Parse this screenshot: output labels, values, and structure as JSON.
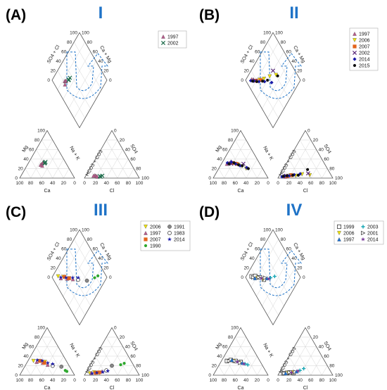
{
  "colors": {
    "roman_numeral": "#1f73c7",
    "flow_arrow": "#1f73c7",
    "y1997": "#b55a8a",
    "y2002": "#1c6b4a",
    "y2006": "#f2e600",
    "y2007": "#e2641c",
    "y2014": "#1a1aa8",
    "y2015": "#111111",
    "y1990": "#2ea82e",
    "y1991": "#888888",
    "y1983": "#333333",
    "y1999": "#222222",
    "y2003": "#19a7b5",
    "y2001": "#333333"
  },
  "chart_data": [
    {
      "type": "scatter",
      "subtype": "piper-diagram",
      "panel_label": "(A)",
      "roman": "I",
      "axis_labels": {
        "cation_left": "Mg",
        "cation_bottom": "Ca",
        "cation_right": "Na + K",
        "anion_left": "HCO3 + CO3",
        "anion_bottom": "Cl",
        "anion_right": "SO4",
        "diamond_upper_left": "SO4 + Cl",
        "diamond_upper_right": "Ca + Mg"
      },
      "ticks": [
        "100",
        "80",
        "60",
        "40",
        "20",
        "0"
      ],
      "legend": [
        {
          "name": "1997",
          "marker": "triangle",
          "color": "#b55a8a"
        },
        {
          "name": "2002",
          "marker": "x",
          "color": "#1c6b4a"
        }
      ],
      "points": [
        {
          "year": "1997",
          "ca": 45,
          "mg": 30,
          "cl": 18,
          "so4": 5
        },
        {
          "year": "1997",
          "ca": 48,
          "mg": 28,
          "cl": 16,
          "so4": 6
        },
        {
          "year": "1997",
          "ca": 42,
          "mg": 32,
          "cl": 20,
          "so4": 4
        },
        {
          "year": "1997",
          "ca": 40,
          "mg": 34,
          "cl": 22,
          "so4": 3
        },
        {
          "year": "1997",
          "ca": 46,
          "mg": 26,
          "cl": 14,
          "so4": 5
        },
        {
          "year": "2002",
          "ca": 38,
          "mg": 32,
          "cl": 26,
          "so4": 4
        },
        {
          "year": "2002",
          "ca": 36,
          "mg": 34,
          "cl": 30,
          "so4": 5
        },
        {
          "year": "2002",
          "ca": 39,
          "mg": 31,
          "cl": 28,
          "so4": 3
        }
      ]
    },
    {
      "type": "scatter",
      "subtype": "piper-diagram",
      "panel_label": "(B)",
      "roman": "II",
      "axis_labels": {
        "cation_left": "Mg",
        "cation_bottom": "Ca",
        "cation_right": "Na + K",
        "anion_left": "HCO3 + CO3",
        "anion_bottom": "Cl",
        "anion_right": "SO4",
        "diamond_upper_left": "SO4 + Cl",
        "diamond_upper_right": "Ca + Mg"
      },
      "ticks": [
        "100",
        "80",
        "60",
        "40",
        "20",
        "0"
      ],
      "legend": [
        {
          "name": "1997",
          "marker": "triangle",
          "color": "#b55a8a"
        },
        {
          "name": "2006",
          "marker": "triangle-down",
          "color": "#f2e600"
        },
        {
          "name": "2007",
          "marker": "square",
          "color": "#e2641c"
        },
        {
          "name": "2002",
          "marker": "x",
          "color": "#5a2a7a"
        },
        {
          "name": "2014",
          "marker": "diamond",
          "color": "#1a1aa8"
        },
        {
          "name": "2015",
          "marker": "dot",
          "color": "#111111"
        }
      ],
      "points": [
        {
          "year": "1997",
          "ca": 60,
          "mg": 30,
          "cl": 8,
          "so4": 4
        },
        {
          "year": "1997",
          "ca": 55,
          "mg": 32,
          "cl": 10,
          "so4": 5
        },
        {
          "year": "1997",
          "ca": 50,
          "mg": 35,
          "cl": 12,
          "so4": 3
        },
        {
          "year": "2006",
          "ca": 45,
          "mg": 30,
          "cl": 20,
          "so4": 6
        },
        {
          "year": "2006",
          "ca": 40,
          "mg": 28,
          "cl": 30,
          "so4": 5
        },
        {
          "year": "2006",
          "ca": 35,
          "mg": 25,
          "cl": 40,
          "so4": 8
        },
        {
          "year": "2006",
          "ca": 30,
          "mg": 20,
          "cl": 55,
          "so4": 6
        },
        {
          "year": "2007",
          "ca": 48,
          "mg": 32,
          "cl": 15,
          "so4": 4
        },
        {
          "year": "2007",
          "ca": 42,
          "mg": 30,
          "cl": 22,
          "so4": 6
        },
        {
          "year": "2002",
          "ca": 52,
          "mg": 30,
          "cl": 12,
          "so4": 5
        },
        {
          "year": "2002",
          "ca": 30,
          "mg": 30,
          "cl": 50,
          "so4": 10
        },
        {
          "year": "2014",
          "ca": 58,
          "mg": 32,
          "cl": 6,
          "so4": 3
        },
        {
          "year": "2014",
          "ca": 50,
          "mg": 34,
          "cl": 10,
          "so4": 4
        },
        {
          "year": "2014",
          "ca": 44,
          "mg": 30,
          "cl": 18,
          "so4": 5
        },
        {
          "year": "2014",
          "ca": 38,
          "mg": 26,
          "cl": 26,
          "so4": 7
        },
        {
          "year": "2014",
          "ca": 28,
          "mg": 22,
          "cl": 36,
          "so4": 9
        },
        {
          "year": "2015",
          "ca": 56,
          "mg": 30,
          "cl": 8,
          "so4": 4
        },
        {
          "year": "2015",
          "ca": 46,
          "mg": 32,
          "cl": 14,
          "so4": 5
        },
        {
          "year": "2015",
          "ca": 40,
          "mg": 28,
          "cl": 24,
          "so4": 6
        },
        {
          "year": "2015",
          "ca": 34,
          "mg": 26,
          "cl": 34,
          "so4": 6
        },
        {
          "year": "2015",
          "ca": 26,
          "mg": 20,
          "cl": 45,
          "so4": 18
        }
      ]
    },
    {
      "type": "scatter",
      "subtype": "piper-diagram",
      "panel_label": "(C)",
      "roman": "III",
      "axis_labels": {
        "cation_left": "Mg",
        "cation_bottom": "Ca",
        "cation_right": "Na + K",
        "anion_left": "HCO3 + CO3",
        "anion_bottom": "Cl",
        "anion_right": "SO4",
        "diamond_upper_left": "SO4 + Cl",
        "diamond_upper_right": "Ca + Mg"
      },
      "ticks": [
        "100",
        "80",
        "60",
        "40",
        "20",
        "0"
      ],
      "legend": [
        {
          "name": "2006",
          "marker": "triangle-down",
          "color": "#f2e600"
        },
        {
          "name": "1991",
          "marker": "circle-dot",
          "color": "#888888"
        },
        {
          "name": "1997",
          "marker": "triangle",
          "color": "#b55a8a"
        },
        {
          "name": "1983",
          "marker": "circle-open",
          "color": "#333333"
        },
        {
          "name": "2007",
          "marker": "square",
          "color": "#e2641c"
        },
        {
          "name": "2014",
          "marker": "star",
          "color": "#1a1aa8"
        },
        {
          "name": "1990",
          "marker": "dot",
          "color": "#2ea82e"
        }
      ],
      "points": [
        {
          "year": "2006",
          "ca": 60,
          "mg": 30,
          "cl": 8,
          "so4": 4
        },
        {
          "year": "2006",
          "ca": 50,
          "mg": 30,
          "cl": 15,
          "so4": 6
        },
        {
          "year": "2006",
          "ca": 40,
          "mg": 28,
          "cl": 25,
          "so4": 5
        },
        {
          "year": "1991",
          "ca": 15,
          "mg": 18,
          "cl": 40,
          "so4": 20
        },
        {
          "year": "1997",
          "ca": 55,
          "mg": 28,
          "cl": 10,
          "so4": 5
        },
        {
          "year": "1997",
          "ca": 45,
          "mg": 26,
          "cl": 20,
          "so4": 6
        },
        {
          "year": "1997",
          "ca": 38,
          "mg": 22,
          "cl": 28,
          "so4": 8
        },
        {
          "year": "1983",
          "ca": 30,
          "mg": 20,
          "cl": 35,
          "so4": 10
        },
        {
          "year": "2007",
          "ca": 48,
          "mg": 30,
          "cl": 18,
          "so4": 5
        },
        {
          "year": "2007",
          "ca": 42,
          "mg": 26,
          "cl": 24,
          "so4": 6
        },
        {
          "year": "2014",
          "ca": 52,
          "mg": 32,
          "cl": 12,
          "so4": 4
        },
        {
          "year": "2014",
          "ca": 44,
          "mg": 30,
          "cl": 20,
          "so4": 5
        },
        {
          "year": "2014",
          "ca": 36,
          "mg": 26,
          "cl": 30,
          "so4": 7
        },
        {
          "year": "2014",
          "ca": 28,
          "mg": 24,
          "cl": 38,
          "so4": 9
        },
        {
          "year": "1990",
          "ca": 10,
          "mg": 8,
          "cl": 60,
          "so4": 25
        },
        {
          "year": "1990",
          "ca": 12,
          "mg": 10,
          "cl": 55,
          "so4": 22
        }
      ]
    },
    {
      "type": "scatter",
      "subtype": "piper-diagram",
      "panel_label": "(D)",
      "roman": "IV",
      "axis_labels": {
        "cation_left": "Mg",
        "cation_bottom": "Ca",
        "cation_right": "Na + K",
        "anion_left": "HCO3 + CO3",
        "anion_bottom": "Cl",
        "anion_right": "SO4",
        "diamond_upper_left": "SO4 + Cl",
        "diamond_upper_right": "Ca + Mg"
      },
      "ticks": [
        "100",
        "80",
        "60",
        "40",
        "20",
        "0"
      ],
      "legend": [
        {
          "name": "1999",
          "marker": "square-open",
          "color": "#222222"
        },
        {
          "name": "2003",
          "marker": "plus",
          "color": "#19a7b5"
        },
        {
          "name": "2006",
          "marker": "triangle-down",
          "color": "#f2e600"
        },
        {
          "name": "2001",
          "marker": "triangle-right-open",
          "color": "#333333"
        },
        {
          "name": "1997",
          "marker": "triangle",
          "color": "#1a6fd0"
        },
        {
          "name": "2014",
          "marker": "star",
          "color": "#7a3a9a"
        }
      ],
      "points": [
        {
          "year": "1999",
          "ca": 60,
          "mg": 30,
          "cl": 8,
          "so4": 4
        },
        {
          "year": "1999",
          "ca": 52,
          "mg": 32,
          "cl": 14,
          "so4": 5
        },
        {
          "year": "1999",
          "ca": 44,
          "mg": 30,
          "cl": 20,
          "so4": 6
        },
        {
          "year": "1999",
          "ca": 36,
          "mg": 28,
          "cl": 26,
          "so4": 5
        },
        {
          "year": "2003",
          "ca": 30,
          "mg": 24,
          "cl": 35,
          "so4": 10
        },
        {
          "year": "2003",
          "ca": 26,
          "mg": 22,
          "cl": 40,
          "so4": 14
        },
        {
          "year": "2006",
          "ca": 48,
          "mg": 30,
          "cl": 16,
          "so4": 5
        },
        {
          "year": "2006",
          "ca": 40,
          "mg": 26,
          "cl": 24,
          "so4": 6
        },
        {
          "year": "2001",
          "ca": 56,
          "mg": 30,
          "cl": 10,
          "so4": 4
        },
        {
          "year": "2001",
          "ca": 46,
          "mg": 30,
          "cl": 18,
          "so4": 6
        },
        {
          "year": "2001",
          "ca": 38,
          "mg": 26,
          "cl": 28,
          "so4": 7
        },
        {
          "year": "1997",
          "ca": 50,
          "mg": 32,
          "cl": 12,
          "so4": 4
        },
        {
          "year": "1997",
          "ca": 34,
          "mg": 26,
          "cl": 30,
          "so4": 8
        },
        {
          "year": "2014",
          "ca": 42,
          "mg": 28,
          "cl": 22,
          "so4": 6
        },
        {
          "year": "2014",
          "ca": 32,
          "mg": 24,
          "cl": 32,
          "so4": 9
        }
      ]
    }
  ]
}
